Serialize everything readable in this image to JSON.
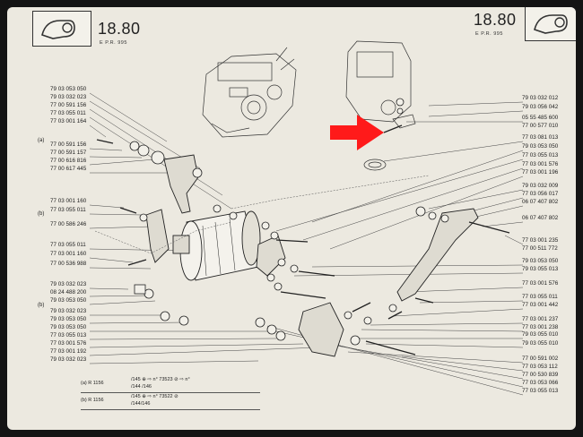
{
  "header": {
    "page_left": "18.80",
    "page_right": "18.80",
    "sub_left": "E     P.R. 995",
    "sub_right": "E     P.R. 995"
  },
  "labels_left": [
    "79 03 053 050",
    "79 03 032 023",
    "77 00 591 156",
    "77 03 055 011",
    "77 03 001 164",
    "77 00 591 156",
    "77 00 591 157",
    "77 00 616 816",
    "77 00 617 445",
    "77 03 001 160",
    "77 03 055 011",
    "77 00 586 246",
    "77 03 055 011",
    "77 03 001 160",
    "77 00 536 988",
    "79 03 032 023",
    "08 24 488 200",
    "79 03 053 050",
    "79 03 032 023",
    "79 03 053 050",
    "79 03 053 050",
    "77 03 055 013",
    "77 03 001 576",
    "77 03 001 192",
    "79 03 032 023"
  ],
  "labels_right": [
    "79 03 032 012",
    "79 03 056 042",
    "05 55 485 600",
    "77 00 577 010",
    "77 03 081 013",
    "79 03 053 050",
    "77 03 055 013",
    "77 03 001 576",
    "77 03 001 196",
    "79 03 032 009",
    "77 03 056 017",
    "06 07 407 802",
    "06 07 407 802",
    "77 03 001 235",
    "77 00 511 772",
    "79 03 053 050",
    "79 03 055 013",
    "77 03 001 576",
    "77 03 055 011",
    "77 03 001 442",
    "77 03 001 237",
    "77 03 001 238",
    "79 03 055 010",
    "79 03 055 010",
    "77 00 591 002",
    "77 03 053 112",
    "77 00 530 839",
    "77 03 053 066",
    "77 03 055 013"
  ],
  "markers": {
    "a": "(a)",
    "b": "(b)"
  },
  "footnote": {
    "row_a_label": "(a)   R 1156",
    "row_a_text": "/145  ⊕ ⇨ n° 73523 ⊘ ⇨ n°",
    "row_a_text2": "/144 /146",
    "row_b_label": "(b)   R 1156",
    "row_b_text": "/145 ⊕ ⇨ n° 73522 ⊘",
    "row_b_text2": "/144/146"
  },
  "colors": {
    "arrow": "#ff1a1a",
    "paper": "#ece9e0",
    "ink": "#222222"
  }
}
